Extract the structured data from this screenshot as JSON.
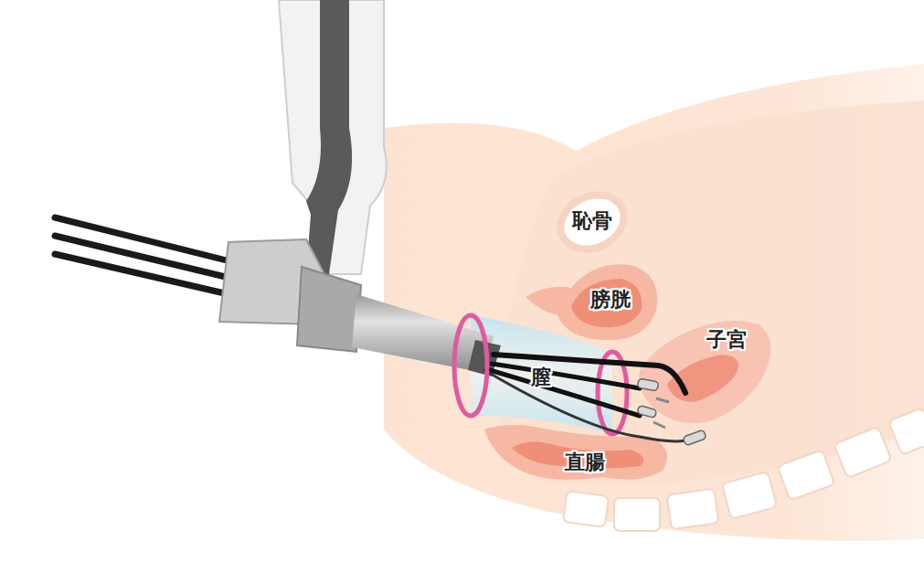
{
  "diagram": {
    "labels": [
      "恥骨",
      "膀胱",
      "子宮",
      "膣",
      "直腸"
    ]
  }
}
